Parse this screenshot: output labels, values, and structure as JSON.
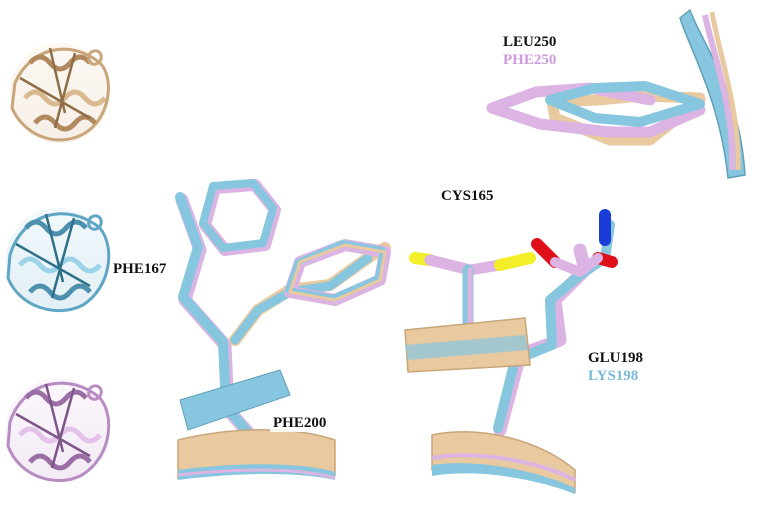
{
  "colors": {
    "background": "#ffffff",
    "wheat_structure": "#e8c9a0",
    "blue_structure": "#87c6df",
    "pink_structure": "#dcb4e4",
    "oxygen": "#e0101a",
    "nitrogen": "#1a3cd8",
    "sulfur": "#f2ee2a",
    "label_black": "#111111",
    "label_pink": "#cc99dd",
    "label_blue": "#7ab8d8"
  },
  "labels": {
    "leu250": "LEU250",
    "phe250": "PHE250",
    "cys165": "CYS165",
    "phe167": "PHE167",
    "glu198": "GLU198",
    "lys198": "LYS198",
    "phe200": "PHE200"
  },
  "structures": [
    {
      "name": "wheat-ribbon-structure",
      "color_key": "wheat_structure"
    },
    {
      "name": "blue-ribbon-structure",
      "color_key": "blue_structure"
    },
    {
      "name": "pink-ribbon-structure",
      "color_key": "pink_structure"
    }
  ]
}
